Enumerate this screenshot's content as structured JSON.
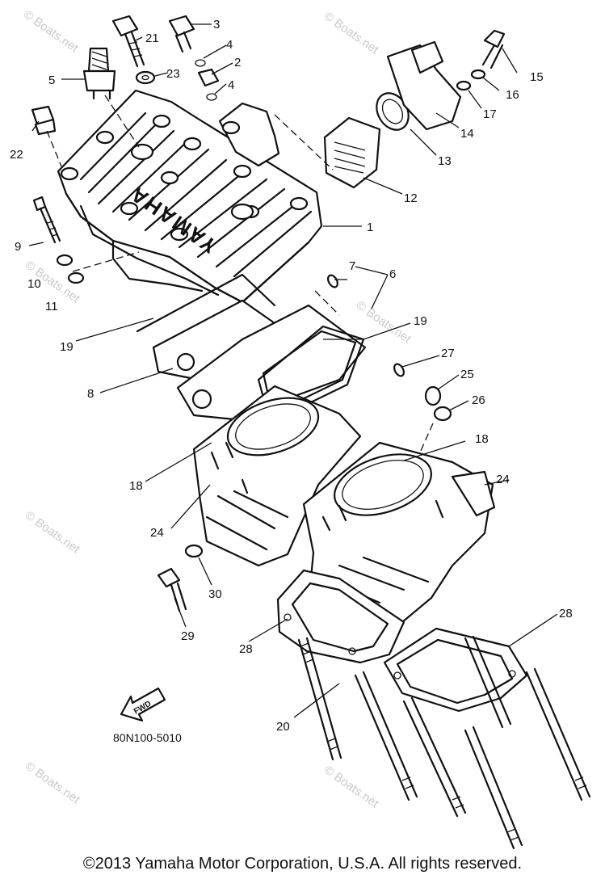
{
  "diagram": {
    "brand_lettering": "YAMAHA",
    "fwd_label": "FWD",
    "drawing_number": "80N100-5010",
    "watermark": "© Boats.net",
    "callouts": [
      "1",
      "2",
      "3",
      "4",
      "4",
      "5",
      "6",
      "7",
      "8",
      "9",
      "10",
      "11",
      "12",
      "13",
      "14",
      "15",
      "16",
      "17",
      "18",
      "18",
      "19",
      "19",
      "20",
      "21",
      "22",
      "23",
      "24",
      "24",
      "25",
      "26",
      "27",
      "28",
      "28",
      "29",
      "30"
    ]
  },
  "footer": {
    "copyright": "©2013 Yamaha Motor Corporation, U.S.A. All rights reserved."
  }
}
